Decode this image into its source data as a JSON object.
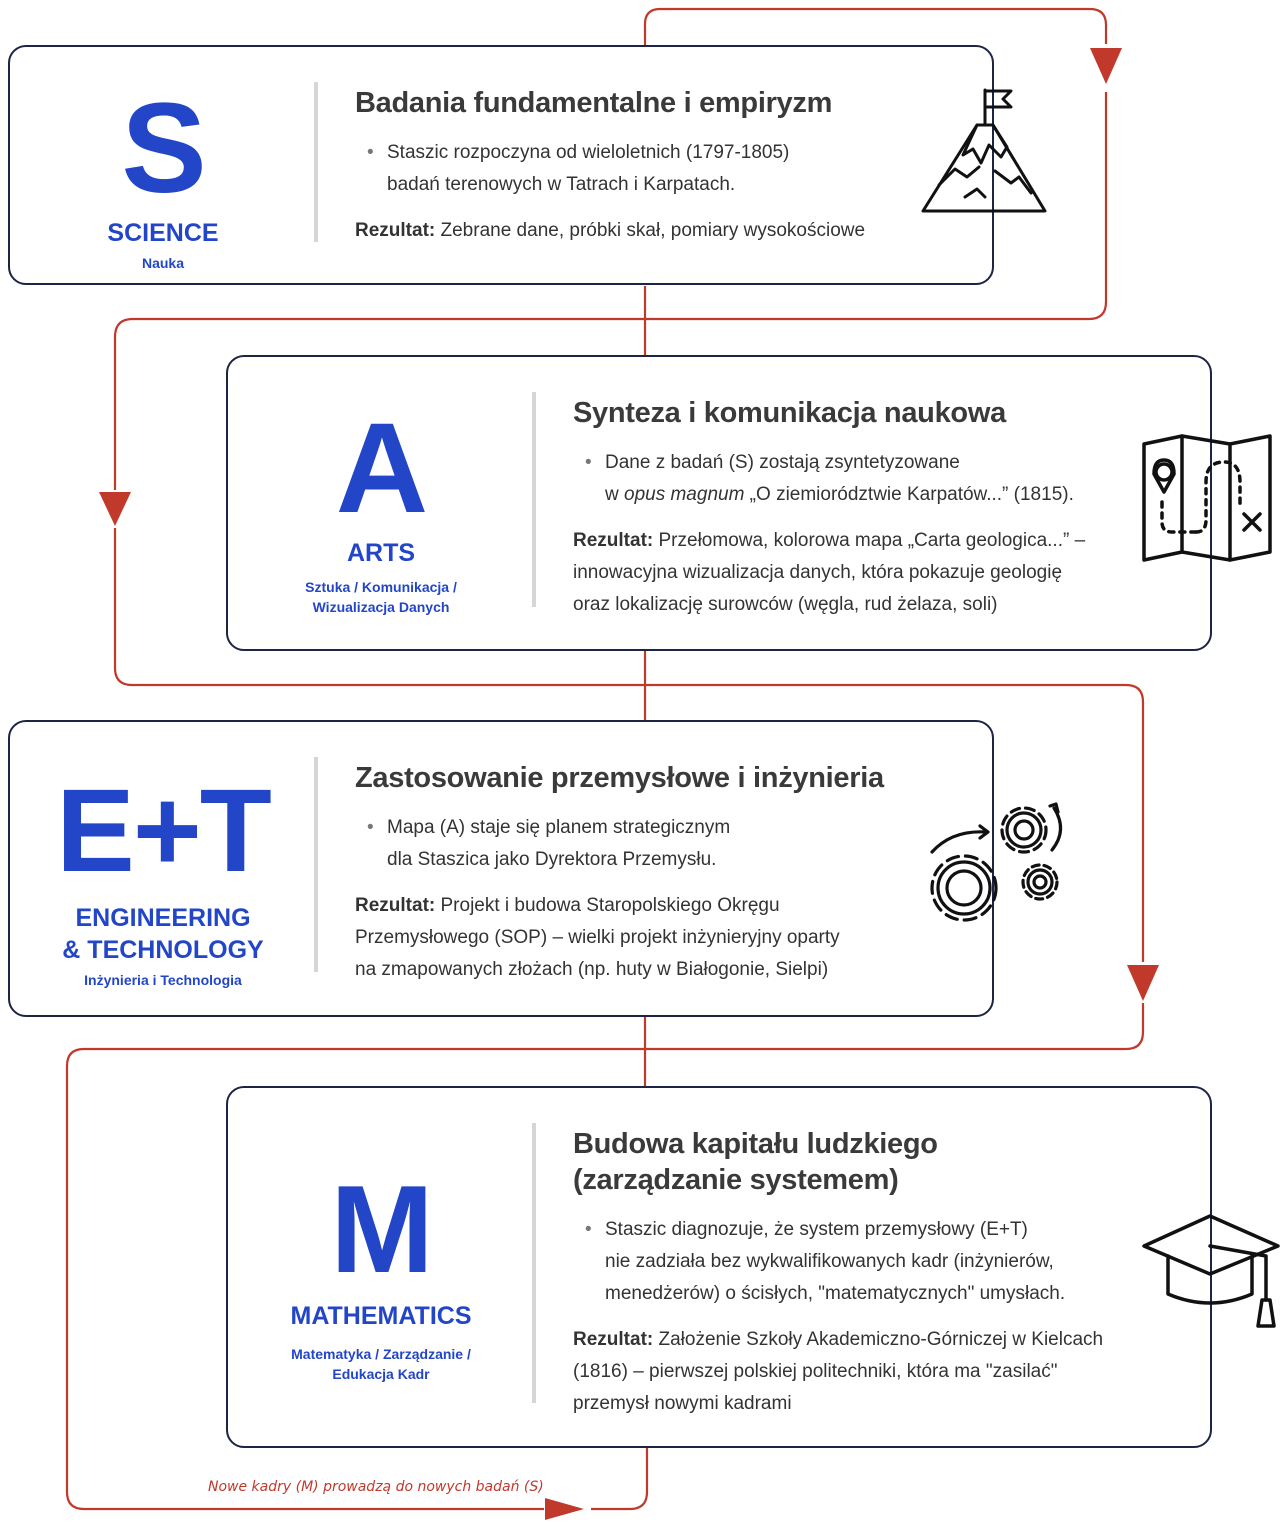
{
  "steps": [
    {
      "letter": "S",
      "name": "SCIENCE",
      "subtitle": "Nauka",
      "title": "Badania fundamentalne i empiryzm",
      "bullet": [
        "Staszic rozpoczyna od wieloletnich (1797-1805)",
        "badań terenowych w Tatrach i Karpatach."
      ],
      "result_label": "Rezultat:",
      "result": [
        " Zebrane dane, próbki skał, pomiary wysokościowe"
      ],
      "icon": "mountain-flag-icon"
    },
    {
      "letter": "A",
      "name": "ARTS",
      "subtitle": [
        "Sztuka / Komunikacja /",
        "Wizualizacja Danych"
      ],
      "title": "Synteza i komunikacja naukowa",
      "bullet": [
        "Dane z badań (S) zostają zsyntetyzowane"
      ],
      "bullet_line2": {
        "pre": "w ",
        "italic": "opus magnum",
        "post": " „O ziemiorództwie Karpatów...” (1815)."
      },
      "result_label": "Rezultat:",
      "result": [
        " Przełomowa, kolorowa mapa „Carta geologica...” –",
        "innowacyjna wizualizacja danych, która pokazuje geologię",
        "oraz lokalizację surowców (węgla, rud żelaza, soli)"
      ],
      "icon": "treasure-map-icon"
    },
    {
      "letter": "E+T",
      "name": [
        "ENGINEERING",
        "& TECHNOLOGY"
      ],
      "subtitle": "Inżynieria i Technologia",
      "title": "Zastosowanie przemysłowe i inżynieria",
      "bullet": [
        "Mapa (A) staje się planem strategicznym",
        "dla Staszica jako Dyrektora Przemysłu."
      ],
      "result_label": "Rezultat:",
      "result": [
        " Projekt i budowa Staropolskiego Okręgu",
        "Przemysłowego (SOP) – wielki projekt inżynieryjny oparty",
        "na zmapowanych złożach (np. huty w Białogonie, Sielpi)"
      ],
      "icon": "gears-icon"
    },
    {
      "letter": "M",
      "name": "MATHEMATICS",
      "subtitle": [
        "Matematyka / Zarządzanie /",
        "Edukacja Kadr"
      ],
      "title": [
        "Budowa kapitału ludzkiego",
        "(zarządzanie systemem)"
      ],
      "bullet": [
        "Staszic diagnozuje, że system przemysłowy (E+T)",
        "nie zadziała bez wykwalifikowanych kadr (inżynierów,",
        "menedżerów) o ścisłych, \"matematycznych\" umysłach."
      ],
      "result_label": "Rezultat:",
      "result": [
        " Założenie Szkoły Akademiczno-Górniczej w Kielcach",
        "(1816) – pierwszej polskiej politechniki, która ma \"zasilać\"",
        "przemysł nowymi kadrami"
      ],
      "icon": "graduation-cap-icon"
    }
  ],
  "loop_note": "Nowe kadry (M) prowadzą do nowych badań (S)",
  "colors": {
    "accent_blue": "#2346c9",
    "flow_red": "#c0392b",
    "card_border": "#1c2544",
    "separator": "#d6d6d6"
  }
}
